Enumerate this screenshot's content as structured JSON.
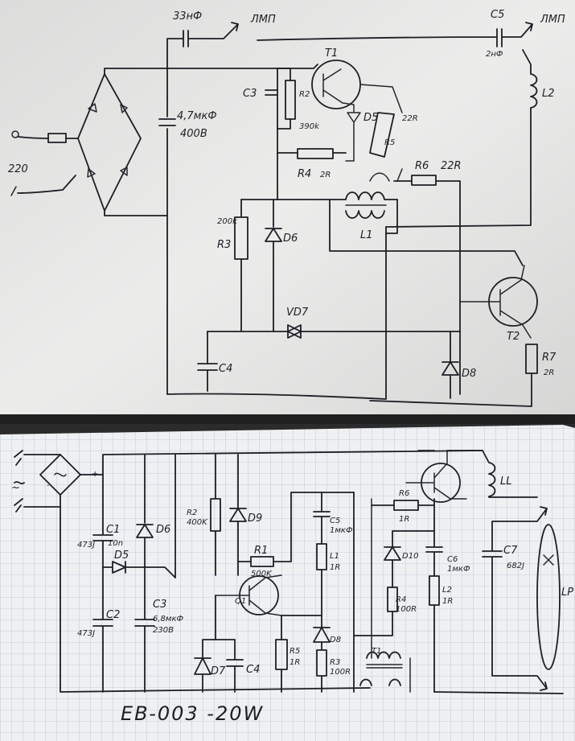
{
  "top_sheet": {
    "labels": {
      "cap_in": "33нФ",
      "lamp_left": "ЛМП",
      "c5": "C5",
      "c5_val": "2нФ",
      "lamp_right": "ЛМП",
      "t1": "T1",
      "c3": "C3",
      "r2": "R2",
      "r2_val": "390k",
      "d5": "D5",
      "r5": "R5",
      "r5_val": "22R",
      "bulk_cap": "4,7мкФ",
      "bulk_cap_v": "400В",
      "mains": "220",
      "r4": "R4",
      "r4_val": "2R",
      "r6": "R6",
      "r6_val": "22R",
      "l1": "L1",
      "l2": "L2",
      "r3": "R3",
      "r3_val": "200k",
      "d6": "D6",
      "vd7": "VD7",
      "t2": "T2",
      "c4": "C4",
      "d8": "D8",
      "r7": "R7",
      "r7_val": "2R"
    }
  },
  "bottom_sheet": {
    "title": "EB-003 -20W",
    "labels": {
      "mains_sym": "~",
      "plus": "+",
      "minus": "-",
      "c1": "C1",
      "c1_val": "10n",
      "c1_side": "473J",
      "c2": "C2",
      "c2_side": "473J",
      "d6": "D6",
      "d5": "D5",
      "c3": "C3",
      "c3_val": "6,8мкФ",
      "c3_v": "230В",
      "r2": "R2",
      "r2_val": "400K",
      "d9": "D9",
      "r1": "R1",
      "r1_val": "500K",
      "q1": "Q1",
      "d7": "D7",
      "c4": "C4",
      "r5": "R5",
      "r5_val": "1R",
      "c5": "C5",
      "c5_val": "1мкФ",
      "l1": "L1",
      "l1_val": "1R",
      "d8": "D8",
      "r3": "R3",
      "r3_val": "100R",
      "r6": "R6",
      "r6_val": "1R",
      "ll": "LL",
      "d10": "D10",
      "r4": "R4",
      "r4_val": "100R",
      "c6": "C6",
      "c6_val": "1мкФ",
      "l2": "L2",
      "l2_val": "1R",
      "c7": "C7",
      "c7_val": "682J",
      "lp": "LP",
      "t1": "T1"
    }
  },
  "colors": {
    "paper_top": "#e9e9e8",
    "paper_bottom": "#eef0f2",
    "grid": "#9fb0cc",
    "ink": "#1d1f24",
    "background": "#2b2b2b"
  }
}
